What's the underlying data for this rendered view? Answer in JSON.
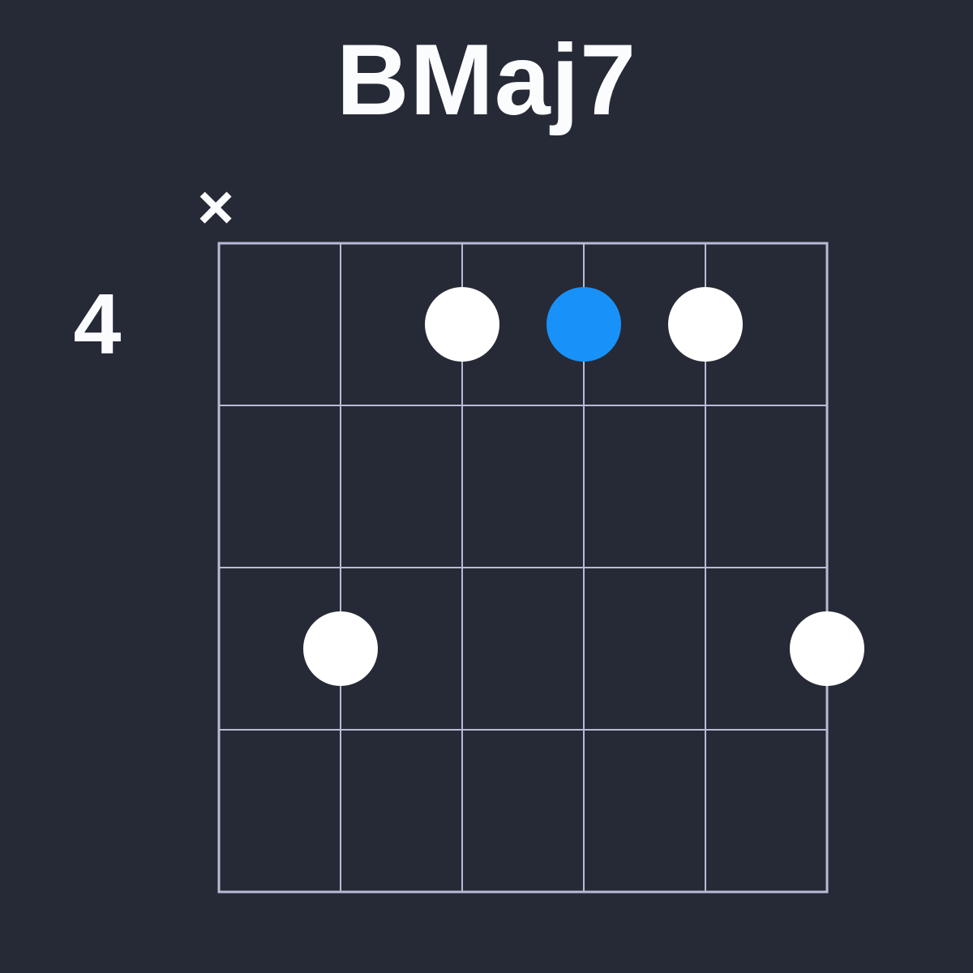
{
  "title": "BMaj7",
  "diagram": {
    "fret_label": "4",
    "muted_symbol": "×",
    "string_count": 6,
    "fret_count": 4,
    "muted_strings": [
      1
    ],
    "dots": [
      {
        "string": 3,
        "fret": 1,
        "variant": "white"
      },
      {
        "string": 4,
        "fret": 1,
        "variant": "accent"
      },
      {
        "string": 5,
        "fret": 1,
        "variant": "white"
      },
      {
        "string": 2,
        "fret": 3,
        "variant": "white"
      },
      {
        "string": 6,
        "fret": 3,
        "variant": "white"
      }
    ]
  },
  "colors": {
    "background": "#262a36",
    "grid_line": "#b6bcd6",
    "dot_white": "#ffffff",
    "dot_accent": "#1892f9",
    "text": "#fbfcfe"
  }
}
